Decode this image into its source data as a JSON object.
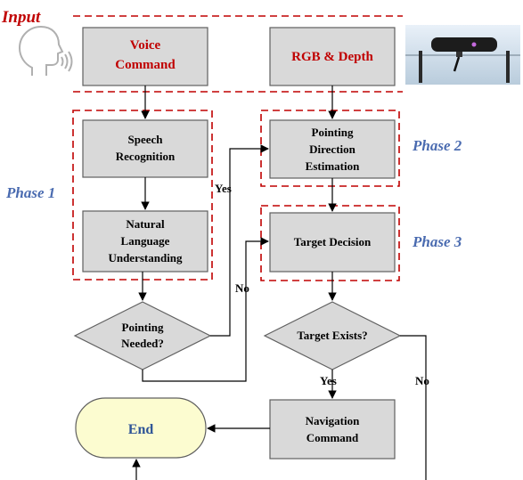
{
  "input_label": "Input",
  "phases": {
    "phase1": "Phase 1",
    "phase2": "Phase 2",
    "phase3": "Phase 3"
  },
  "boxes": {
    "voice_line1": "Voice",
    "voice_line2": "Command",
    "rgb_depth": "RGB & Depth",
    "speech_line1": "Speech",
    "speech_line2": "Recognition",
    "nlu_line1": "Natural",
    "nlu_line2": "Language",
    "nlu_line3": "Understanding",
    "pointing_line1": "Pointing",
    "pointing_line2": "Direction",
    "pointing_line3": "Estimation",
    "target_decision": "Target Decision",
    "navigation_line1": "Navigation",
    "navigation_line2": "Command",
    "end": "End"
  },
  "decisions": {
    "pointing_needed_line1": "Pointing",
    "pointing_needed_line2": "Needed?",
    "target_exists": "Target Exists?"
  },
  "edges": {
    "yes_upper": "Yes",
    "no_left": "No",
    "yes_lower": "Yes",
    "no_right": "No"
  },
  "colors": {
    "box_fill": "#d9d9d9",
    "box_stroke": "#5f5f5f",
    "input_text": "#c00000",
    "phase_text": "#4a6bb0",
    "dashed_red": "#c00000",
    "end_fill": "#fcfcd0"
  }
}
